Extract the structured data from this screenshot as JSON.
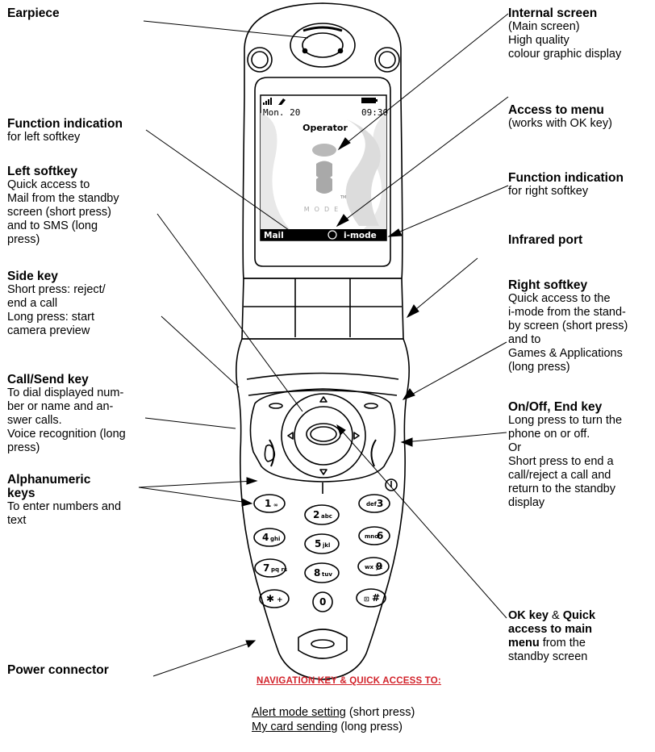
{
  "labels": {
    "earpiece": {
      "title": "Earpiece"
    },
    "internal_screen": {
      "title": "Internal screen",
      "desc": "(Main screen)\nHigh quality\ncolour graphic display"
    },
    "function_left": {
      "title": "Function indication",
      "desc": "for left softkey"
    },
    "access_menu": {
      "title": "Access to menu",
      "desc": "(works with OK key)"
    },
    "left_softkey": {
      "title": "Left softkey",
      "desc": "Quick access to\nMail from the standby\nscreen (short press)\nand to SMS (long\npress)"
    },
    "function_right": {
      "title": "Function indication",
      "desc": "for right softkey"
    },
    "infrared": {
      "title": "Infrared port"
    },
    "side_key": {
      "title": "Side key",
      "desc": "Short press: reject/\nend a call\nLong press: start\ncamera preview"
    },
    "right_softkey": {
      "title": "Right softkey",
      "desc": "Quick access to the\ni-mode from the stand-\nby screen (short press)\nand to\nGames & Applications\n(long press)"
    },
    "call_send": {
      "title": "Call/Send key",
      "desc": "To dial displayed num-\nber or name and an-\nswer calls.\nVoice recognition (long\npress)"
    },
    "onoff": {
      "title": "On/Off, End key",
      "desc": "Long press to turn the\nphone on or off.\nOr\nShort press to end a\ncall/reject a call and\nreturn to the standby\ndisplay"
    },
    "alphanumeric": {
      "title": "Alphanumeric\nkeys",
      "desc": "To enter numbers and\ntext"
    },
    "ok_key": {
      "title_a": "OK key",
      "amp": " & ",
      "title_b": "Quick\naccess to main\nmenu",
      "desc": " from the\nstandby screen"
    },
    "power": {
      "title": "Power connector"
    }
  },
  "navigation": {
    "heading": "NAVIGATION KEY & QUICK ACCESS TO:",
    "line1_link": "Alert mode setting",
    "line1_rest": " (short press)",
    "line2_link": "My card sending",
    "line2_rest": " (long press)"
  },
  "phone_screen": {
    "date": "Mon. 20",
    "time": "09:30",
    "operator": "Operator",
    "left_soft": "Mail",
    "right_soft": "i-mode",
    "logo": "MODE",
    "tm": "TM"
  },
  "keypad": {
    "k1": "1",
    "k1s": "∞",
    "k2": "2",
    "k2s": "abc",
    "k3": "3",
    "k3s": "def",
    "k4": "4",
    "k4s": "ghi",
    "k5": "5",
    "k5s": "jkl",
    "k6": "6",
    "k6s": "mno",
    "k7": "7",
    "k7s": "pq rs",
    "k8": "8",
    "k8s": "tuv",
    "k9": "9",
    "k9s": "wx yz",
    "kstar": "✱",
    "kstars": "+",
    "k0": "0",
    "khash": "#",
    "khashs": "⊡"
  }
}
